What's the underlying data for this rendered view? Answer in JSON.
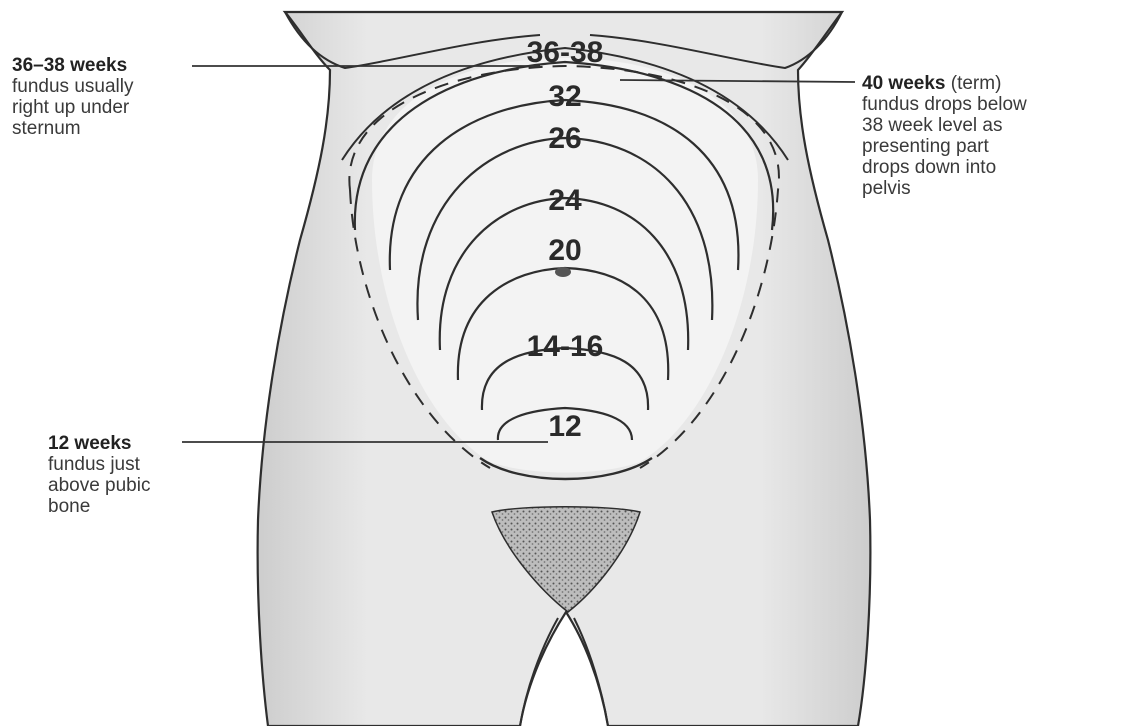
{
  "colors": {
    "skin": "#e6e6e6",
    "skin_shadow": "#cfcfcf",
    "uterus_fill": "#f4f4f4",
    "line": "#2e2e2e",
    "text": "#2b2b2b"
  },
  "week_labels": [
    "36-38",
    "32",
    "26",
    "24",
    "20",
    "14-16",
    "12"
  ],
  "callouts": {
    "weeks_36_38": {
      "title": "36–38 weeks",
      "lines": [
        "fundus usually",
        "right up under",
        "sternum"
      ]
    },
    "weeks_40": {
      "title": "40 weeks",
      "title_suffix": " (term)",
      "lines": [
        "fundus drops below",
        "38 week level as",
        "presenting part",
        "drops down into",
        "pelvis"
      ]
    },
    "weeks_12": {
      "title": "12 weeks",
      "lines": [
        "fundus just",
        "above pubic",
        "bone"
      ]
    }
  }
}
